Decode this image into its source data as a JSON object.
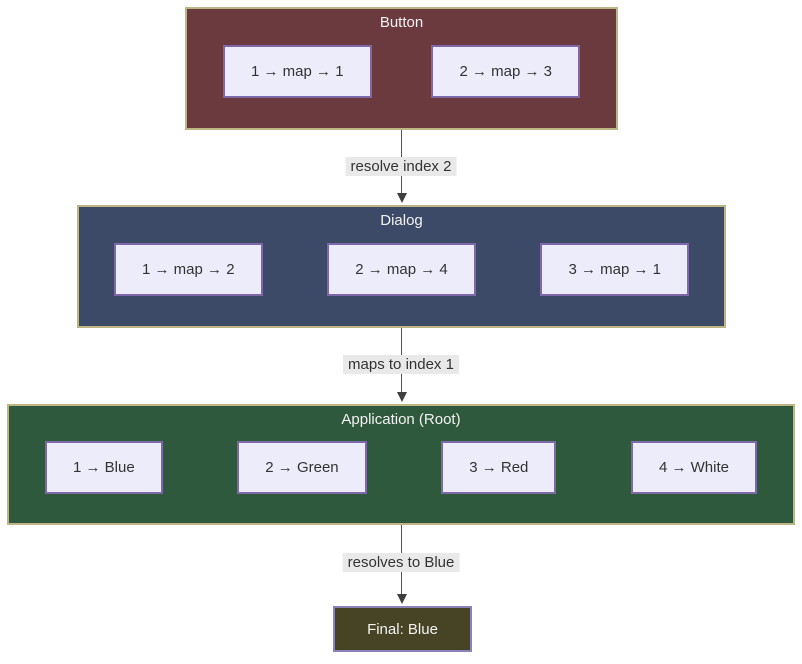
{
  "diagram": {
    "containers": [
      {
        "id": "button",
        "title": "Button",
        "fill": "#6b3a3f",
        "border": "#bdb584",
        "items": [
          "1 → map → 1",
          "2 → map → 3"
        ]
      },
      {
        "id": "dialog",
        "title": "Dialog",
        "fill": "#3c4a68",
        "border": "#bdb584",
        "items": [
          "1 → map → 2",
          "2 → map → 4",
          "3 → map → 1"
        ]
      },
      {
        "id": "application",
        "title": "Application (Root)",
        "fill": "#2e593c",
        "border": "#bdb584",
        "items": [
          "1 → Blue",
          "2 → Green",
          "3 → Red",
          "4 → White"
        ]
      }
    ],
    "arrows": [
      {
        "label": "resolve index 2"
      },
      {
        "label": "maps to index 1"
      },
      {
        "label": "resolves to Blue"
      }
    ],
    "final": {
      "label": "Final: Blue",
      "fill": "#474425",
      "border": "#8b82b8"
    },
    "chip": {
      "fill": "#ececfb",
      "border": "#7e68aa",
      "text_color": "#333333"
    },
    "arrow_color": "#4d4d4d",
    "label_background": "#e9e9e9"
  }
}
